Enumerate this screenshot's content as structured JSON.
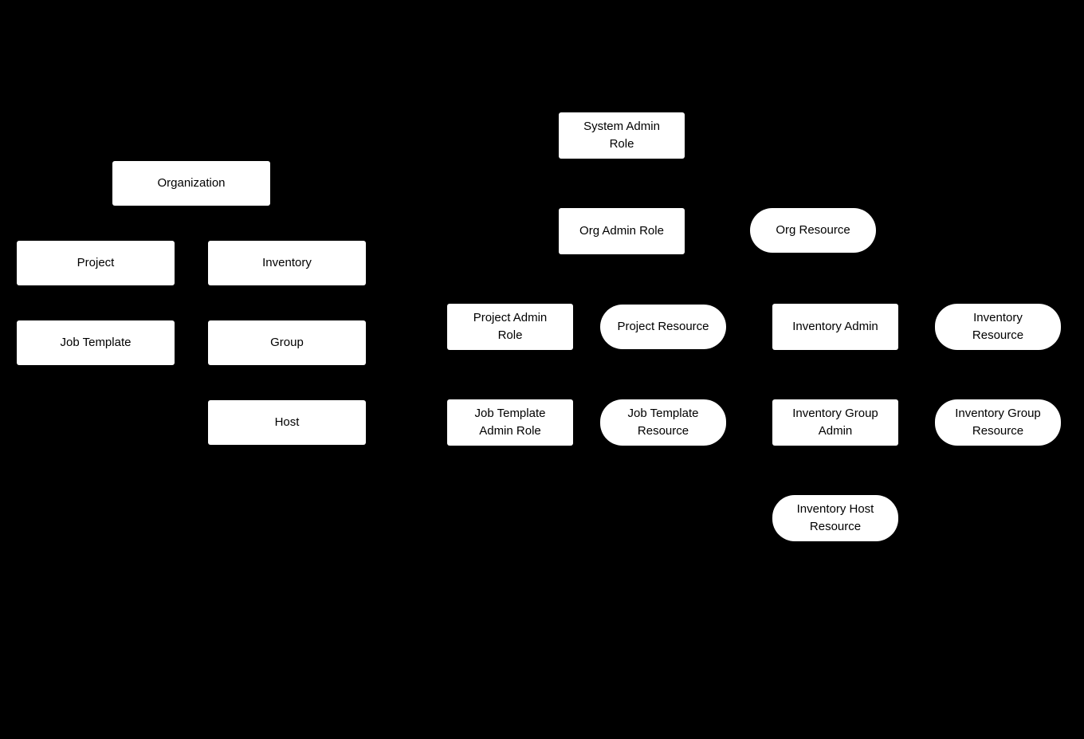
{
  "diagram": {
    "title": "RBAC roles and resources diagram",
    "background_color": "#000000",
    "node_fill_color": "#ffffff",
    "node_text_color": "#000000",
    "nodes": [
      {
        "id": "organization",
        "label": "Organization",
        "shape": "rect"
      },
      {
        "id": "project",
        "label": "Project",
        "shape": "rect"
      },
      {
        "id": "inventory",
        "label": "Inventory",
        "shape": "rect"
      },
      {
        "id": "job-template",
        "label": "Job Template",
        "shape": "rect"
      },
      {
        "id": "group",
        "label": "Group",
        "shape": "rect"
      },
      {
        "id": "host",
        "label": "Host",
        "shape": "rect"
      },
      {
        "id": "system-admin-role",
        "label": "System Admin\nRole",
        "shape": "rect"
      },
      {
        "id": "org-admin-role",
        "label": "Org Admin Role",
        "shape": "rect"
      },
      {
        "id": "org-resource",
        "label": "Org Resource",
        "shape": "pill"
      },
      {
        "id": "project-admin-role",
        "label": "Project Admin\nRole",
        "shape": "rect"
      },
      {
        "id": "project-resource",
        "label": "Project Resource",
        "shape": "pill"
      },
      {
        "id": "inventory-admin",
        "label": "Inventory Admin",
        "shape": "rect"
      },
      {
        "id": "inventory-resource",
        "label": "Inventory\nResource",
        "shape": "pill"
      },
      {
        "id": "job-template-admin-role",
        "label": "Job Template\nAdmin Role",
        "shape": "rect"
      },
      {
        "id": "job-template-resource",
        "label": "Job Template\nResource",
        "shape": "pill"
      },
      {
        "id": "inventory-group-admin",
        "label": "Inventory Group\nAdmin",
        "shape": "rect"
      },
      {
        "id": "inventory-group-resource",
        "label": "Inventory Group\nResource",
        "shape": "pill"
      },
      {
        "id": "inventory-host-resource",
        "label": "Inventory Host\nResource",
        "shape": "pill"
      }
    ]
  }
}
